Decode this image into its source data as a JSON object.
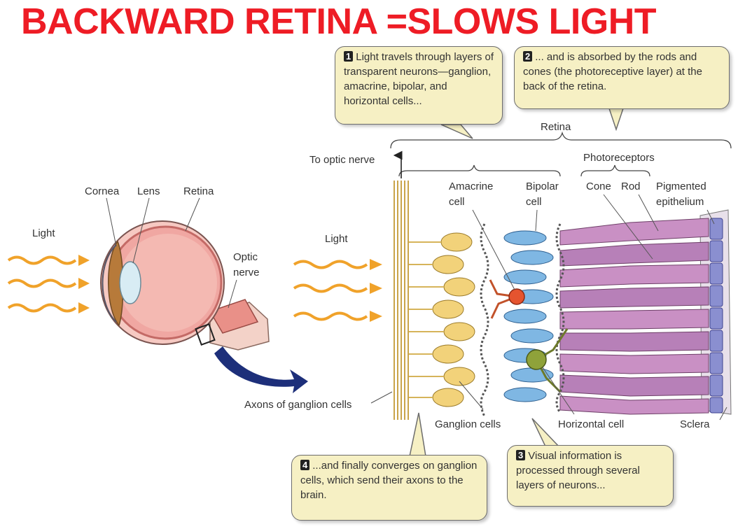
{
  "title": "BACKWARD RETINA =SLOWS LIGHT",
  "colors": {
    "title": "#ee1c25",
    "callout_fill": "#f6f0c4",
    "light_wave": "#f0a22a",
    "big_arrow": "#1d2f7a"
  },
  "callouts": [
    {
      "number": "1",
      "text": "Light travels through layers of transparent neurons—ganglion, amacrine, bipolar, and horizontal cells..."
    },
    {
      "number": "2",
      "text": "... and is absorbed by the rods and cones (the photoreceptive layer) at the back of the retina."
    },
    {
      "number": "3",
      "text": "Visual information is processed through several layers of neurons..."
    },
    {
      "number": "4",
      "text": "...and finally converges on ganglion cells, which send their axons to the brain."
    }
  ],
  "eye_labels": {
    "cornea": "Cornea",
    "lens": "Lens",
    "retina": "Retina",
    "light": "Light",
    "optic_nerve_1": "Optic",
    "optic_nerve_2": "nerve"
  },
  "retina_labels": {
    "retina": "Retina",
    "to_optic_nerve": "To optic nerve",
    "photoreceptors": "Photoreceptors",
    "amacrine_1": "Amacrine",
    "amacrine_2": "cell",
    "bipolar_1": "Bipolar",
    "bipolar_2": "cell",
    "cone": "Cone",
    "rod": "Rod",
    "pigmented_1": "Pigmented",
    "pigmented_2": "epithelium",
    "light": "Light",
    "axons": "Axons of ganglion cells",
    "ganglion": "Ganglion cells",
    "horizontal": "Horizontal cell",
    "sclera": "Sclera"
  }
}
